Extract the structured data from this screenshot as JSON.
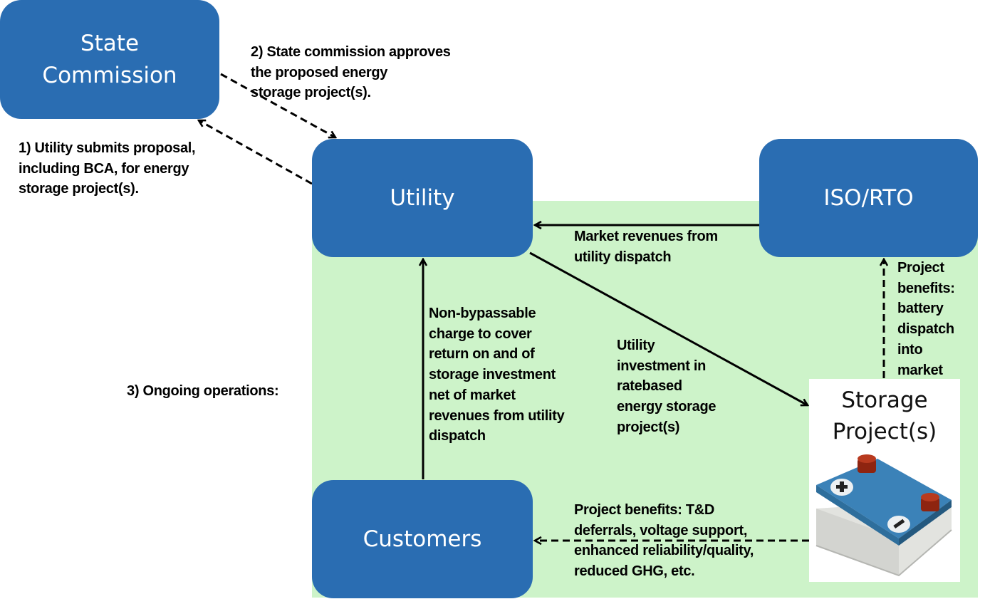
{
  "nodes": {
    "state_commission": "State\nCommission",
    "utility": "Utility",
    "iso_rto": "ISO/RTO",
    "customers": "Customers",
    "storage": "Storage\nProject(s)"
  },
  "labels": {
    "step1": "1)  Utility submits proposal,\n      including BCA, for energy\n      storage project(s).",
    "step2": "2)  State commission approves\n      the proposed energy\n      storage project(s).",
    "step3": "3)  Ongoing operations:",
    "market_revenues": "Market revenues from\nutility dispatch",
    "non_bypassable": "Non-bypassable\ncharge to cover\nreturn on and of\nstorage investment\nnet of market\nrevenues from utility\ndispatch",
    "utility_investment": "Utility\ninvestment in\nratebased\nenergy storage\nproject(s)",
    "benefits_market": "Project\nbenefits:\nbattery\ndispatch\ninto\nmarket",
    "benefits_customers": "Project benefits: T&D\ndeferrals, voltage support,\nenhanced reliability/quality,\nreduced GHG, etc."
  },
  "colors": {
    "node_fill": "#2a6db2",
    "panel_fill": "#cdf3c9",
    "battery_top": "#3b82b8",
    "battery_terminal": "#a52a14"
  },
  "icons": {
    "battery": "battery-icon"
  }
}
